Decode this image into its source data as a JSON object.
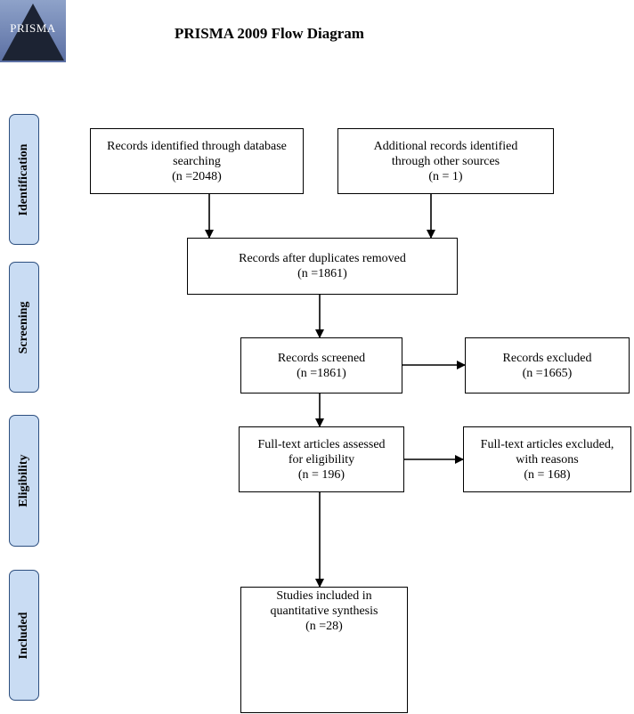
{
  "header": {
    "title": "PRISMA 2009 Flow Diagram",
    "logo_text": "PRISMA"
  },
  "stages": {
    "identification": "Identification",
    "screening": "Screening",
    "eligibility": "Eligibility",
    "included": "Included"
  },
  "boxes": {
    "database_records": "Records identified through database\nsearching\n(n =2048)",
    "other_records": "Additional records identified\nthrough other sources\n(n = 1)",
    "after_duplicates": "Records after duplicates removed\n(n =1861)",
    "screened": "Records screened\n(n =1861)",
    "excluded": "Records excluded\n(n =1665)",
    "fulltext_assessed": "Full-text articles assessed\nfor eligibility\n(n = 196)",
    "fulltext_excluded": "Full-text articles excluded,\nwith reasons\n(n = 168)",
    "included_studies": "Studies included in\nquantitative synthesis\n(n =28)"
  }
}
